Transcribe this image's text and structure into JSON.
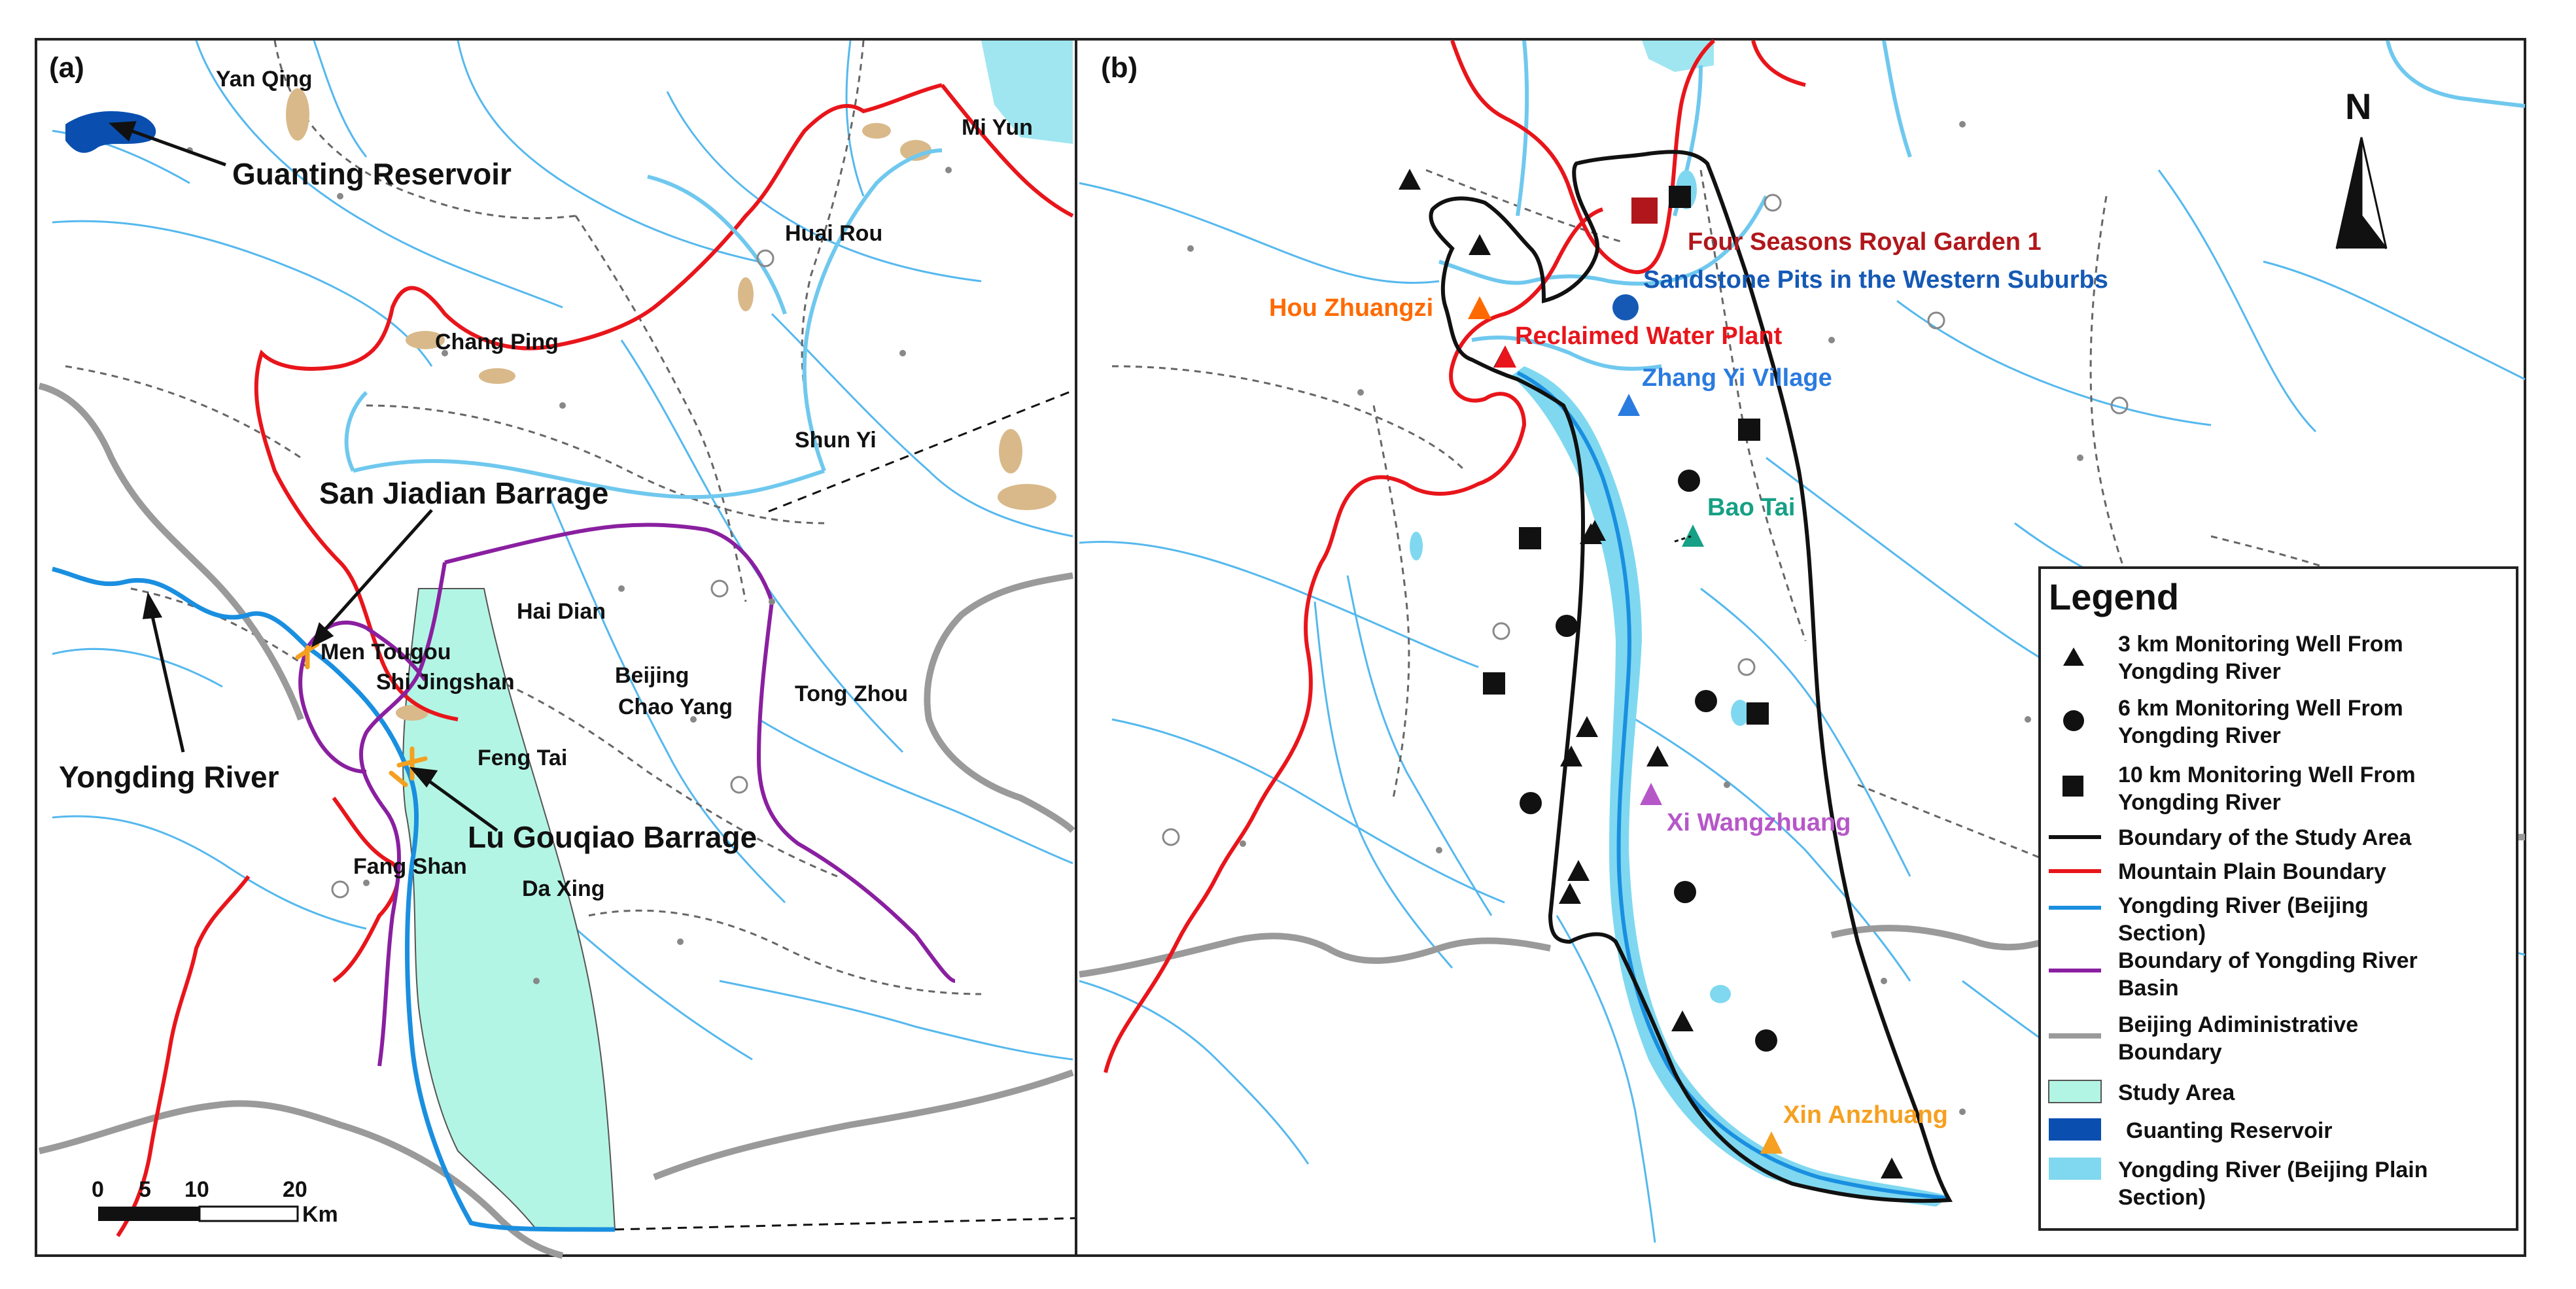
{
  "panels": {
    "a": "(a)",
    "b": "(b)"
  },
  "north": "N",
  "panel_a": {
    "cities": {
      "yan_qing": "Yan Qing",
      "mi_yun": "Mi Yun",
      "huai_rou": "Huai Rou",
      "chang_ping": "Chang Ping",
      "shun_yi": "Shun Yi",
      "hai_dian": "Hai Dian",
      "men_tougou": "Men Tougou",
      "shi_jingshan": "Shi Jingshan",
      "beijing": "Beijing",
      "chao_yang": "Chao Yang",
      "tong_zhou": "Tong Zhou",
      "feng_tai": "Feng Tai",
      "fang_shan": "Fang Shan",
      "da_xing": "Da Xing"
    },
    "callouts": {
      "guanting": "Guanting Reservoir",
      "sanjiadian": "San Jiadian Barrage",
      "yongding": "Yongding River",
      "lugouqiao": "Lu Gouqiao Barrage"
    },
    "scale": {
      "ticks": [
        "0",
        "5",
        "10",
        "20"
      ],
      "unit": "Km"
    }
  },
  "panel_b": {
    "sites": {
      "four_seasons": "Four Seasons Royal Garden 1",
      "sandstone": "Sandstone Pits in the Western Suburbs",
      "hou_zhuangzi": "Hou Zhuangzi",
      "reclaimed": "Reclaimed Water Plant",
      "zhang_yi": "Zhang Yi Village",
      "bao_tai": "Bao Tai",
      "xi_wangzhuang": "Xi Wangzhuang",
      "xin_anzhuang": "Xin Anzhuang"
    }
  },
  "colors": {
    "mountain_boundary": "#e8151b",
    "river": "#1a8fe0",
    "basin": "#8a1fa0",
    "admin": "#9a9a9a",
    "study_area": "#b3f5e4",
    "reservoir": "#0a4fb0",
    "plain_river": "#7fd8f0",
    "four_seasons": "#b0171c",
    "sandstone": "#1559b5",
    "hou_zhuangzi": "#ff6a00",
    "reclaimed": "#e8151b",
    "zhang_yi": "#2a7be0",
    "bao_tai": "#16a085",
    "xi_wangzhuang": "#b657c8",
    "xin_anzhuang": "#f5a020"
  },
  "legend": {
    "title": "Legend",
    "items": [
      {
        "icon": "triangle-icon",
        "lines": [
          "3 km Monitoring Well From",
          "Yongding River"
        ]
      },
      {
        "icon": "circle-icon",
        "lines": [
          "6 km Monitoring Well From",
          "Yongding River"
        ]
      },
      {
        "icon": "square-icon",
        "lines": [
          "10 km Monitoring Well From",
          "Yongding River"
        ]
      },
      {
        "icon": "black-line-icon",
        "lines": [
          "Boundary of the Study Area"
        ]
      },
      {
        "icon": "red-line-icon",
        "lines": [
          "Mountain Plain Boundary"
        ]
      },
      {
        "icon": "blue-line-icon",
        "lines": [
          "Yongding River (Beijing",
          "Section)"
        ]
      },
      {
        "icon": "purple-line-icon",
        "lines": [
          "Boundary of Yongding River",
          "Basin"
        ]
      },
      {
        "icon": "gray-line-icon",
        "lines": [
          "Beijing Adiministrative",
          "Boundary"
        ]
      },
      {
        "icon": "study-area-swatch-icon",
        "lines": [
          "Study Area"
        ]
      },
      {
        "icon": "reservoir-swatch-icon",
        "lines": [
          "Guanting Reservoir"
        ]
      },
      {
        "icon": "plain-river-swatch-icon",
        "lines": [
          "Yongding River (Beijing Plain",
          "Section)"
        ]
      }
    ]
  }
}
